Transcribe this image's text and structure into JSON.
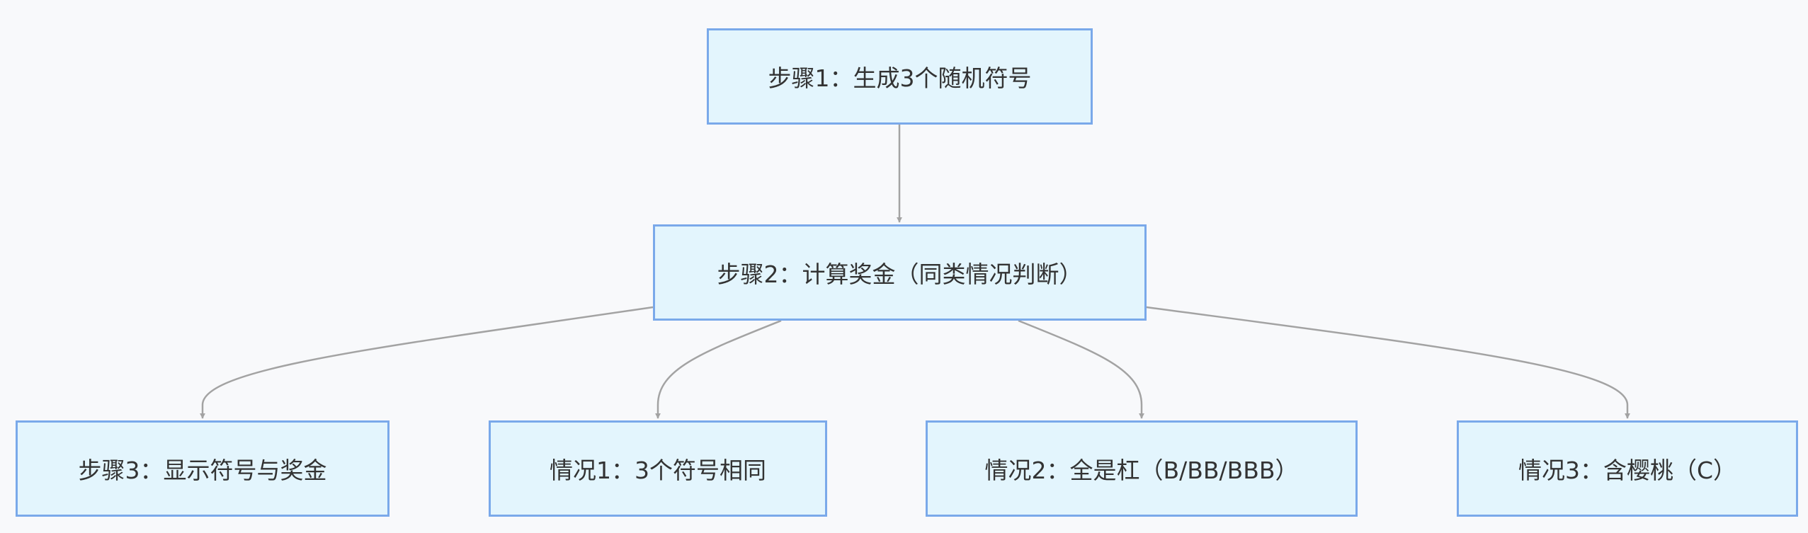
{
  "diagram": {
    "colors": {
      "background": "#f8f9fb",
      "node_fill": "#e3f5fd",
      "node_border": "#7aa9ea",
      "edge": "#a3a3a3",
      "text": "#333333"
    },
    "nodes": {
      "step1": "步骤1：生成3个随机符号",
      "step2": "步骤2：计算奖金（同类情况判断）",
      "step3": "步骤3：显示符号与奖金",
      "case1": "情况1：3个符号相同",
      "case2": "情况2：全是杠（B/BB/BBB）",
      "case3": "情况3：含樱桃（C）"
    },
    "edges": [
      {
        "from": "step1",
        "to": "step2"
      },
      {
        "from": "step2",
        "to": "step3"
      },
      {
        "from": "step2",
        "to": "case1"
      },
      {
        "from": "step2",
        "to": "case2"
      },
      {
        "from": "step2",
        "to": "case3"
      }
    ]
  }
}
